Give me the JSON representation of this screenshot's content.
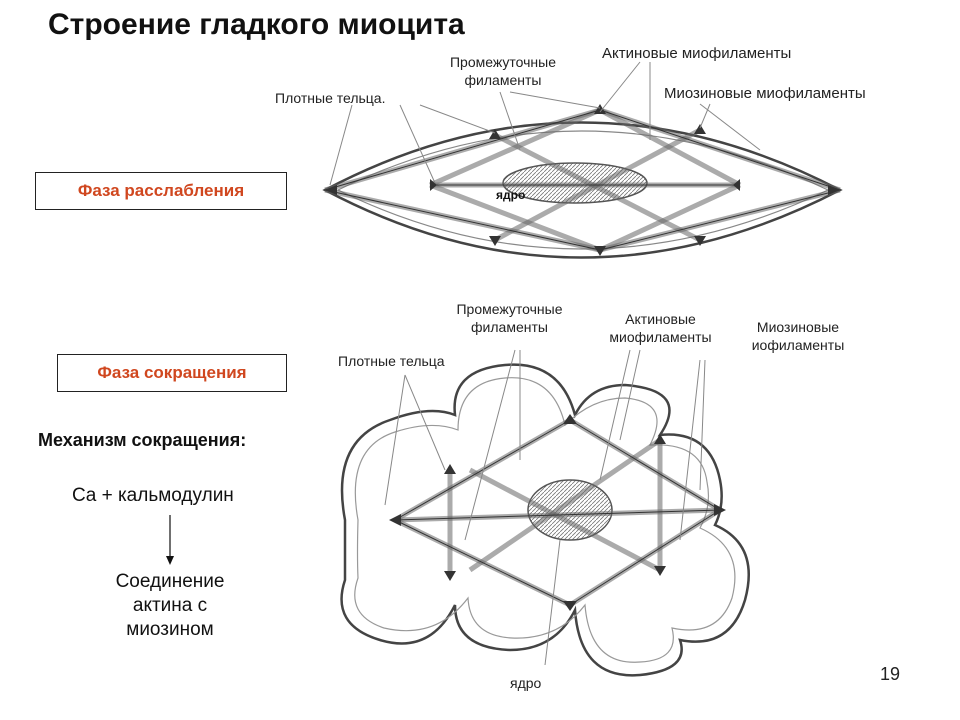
{
  "title": "Строение гладкого миоцита",
  "relaxed": {
    "phase_label": "Фаза расслабления",
    "intermediate_filaments": "Промежуточные филаменты",
    "actin_myofilaments": "Актиновые миофиламенты",
    "dense_bodies": "Плотные тельца.",
    "myosin_myofilaments": "Миозиновые миофиламенты",
    "nucleus": "ядро"
  },
  "contracted": {
    "phase_label": "Фаза сокращения",
    "intermediate_filaments": "Промежуточные филаменты",
    "actin_myofilaments": "Актиновые миофиламенты",
    "myosin_myofilaments": "Миозиновые иофиламенты",
    "dense_bodies": "Плотные тельца",
    "nucleus": "ядро"
  },
  "mechanism": {
    "heading": "Механизм сокращения:",
    "step1": "Ca + кальмодулин",
    "step2": "Соединение актина с миозином"
  },
  "page_number": "19",
  "colors": {
    "accent": "#d0471f",
    "line": "#555555"
  }
}
